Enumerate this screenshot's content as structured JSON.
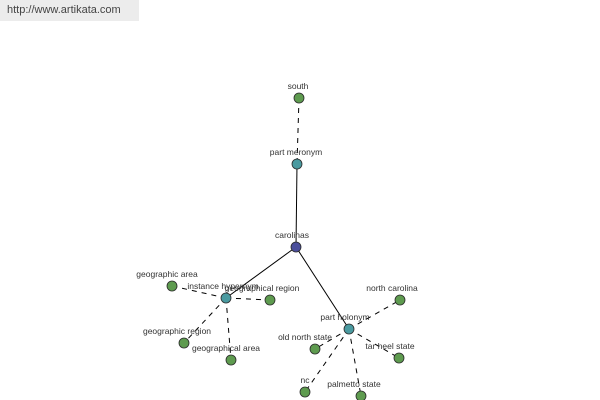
{
  "source_url": "http://www.artikata.com",
  "colors": {
    "leaf": "#5e9b4f",
    "relation": "#4a9aa0",
    "center": "#4b4f9c"
  },
  "nodes": [
    {
      "id": "south",
      "label": "south",
      "kind": "leaf"
    },
    {
      "id": "part-meronym",
      "label": "part meronym",
      "kind": "relation"
    },
    {
      "id": "carolinas",
      "label": "carolinas",
      "kind": "center"
    },
    {
      "id": "instance-hypernym",
      "label": "instance hypernym",
      "kind": "relation"
    },
    {
      "id": "geographic-area",
      "label": "geographic area",
      "kind": "leaf"
    },
    {
      "id": "geographical-region",
      "label": "geographical region",
      "kind": "leaf"
    },
    {
      "id": "geographic-region",
      "label": "geographic region",
      "kind": "leaf"
    },
    {
      "id": "geographical-area",
      "label": "geographical area",
      "kind": "leaf"
    },
    {
      "id": "part-holonym",
      "label": "part holonym",
      "kind": "relation"
    },
    {
      "id": "north-carolina",
      "label": "north carolina",
      "kind": "leaf"
    },
    {
      "id": "old-north-state",
      "label": "old north state",
      "kind": "leaf"
    },
    {
      "id": "tar-heel-state",
      "label": "tar heel state",
      "kind": "leaf"
    },
    {
      "id": "nc",
      "label": "nc",
      "kind": "leaf"
    },
    {
      "id": "palmetto-state",
      "label": "palmetto state",
      "kind": "leaf"
    }
  ],
  "edges": [
    {
      "from": "south",
      "to": "part-meronym",
      "style": "dashed"
    },
    {
      "from": "part-meronym",
      "to": "carolinas",
      "style": "solid"
    },
    {
      "from": "carolinas",
      "to": "instance-hypernym",
      "style": "solid"
    },
    {
      "from": "carolinas",
      "to": "part-holonym",
      "style": "solid"
    },
    {
      "from": "instance-hypernym",
      "to": "geographic-area",
      "style": "dashed"
    },
    {
      "from": "instance-hypernym",
      "to": "geographical-region",
      "style": "dashed"
    },
    {
      "from": "instance-hypernym",
      "to": "geographic-region",
      "style": "dashed"
    },
    {
      "from": "instance-hypernym",
      "to": "geographical-area",
      "style": "dashed"
    },
    {
      "from": "part-holonym",
      "to": "north-carolina",
      "style": "dashed"
    },
    {
      "from": "part-holonym",
      "to": "old-north-state",
      "style": "dashed"
    },
    {
      "from": "part-holonym",
      "to": "tar-heel-state",
      "style": "dashed"
    },
    {
      "from": "part-holonym",
      "to": "nc",
      "style": "dashed"
    },
    {
      "from": "part-holonym",
      "to": "palmetto-state",
      "style": "dashed"
    }
  ]
}
